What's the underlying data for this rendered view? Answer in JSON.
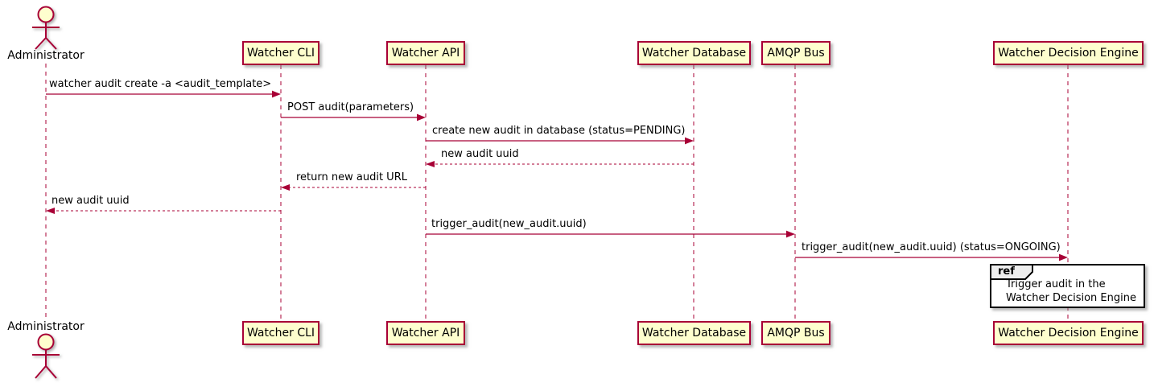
{
  "diagram_type": "sequence",
  "colors": {
    "participant_fill": "#FEFECE",
    "participant_border": "#A80036",
    "lifeline": "#A80036",
    "arrow": "#A80036",
    "text": "#000000",
    "ref_border": "#000000",
    "ref_fill": "#FFFFFF",
    "ref_tab_fill": "#EEEEEE"
  },
  "actor": {
    "name": "Administrator"
  },
  "participants": [
    {
      "name": "Watcher CLI"
    },
    {
      "name": "Watcher API"
    },
    {
      "name": "Watcher Database"
    },
    {
      "name": "AMQP Bus"
    },
    {
      "name": "Watcher Decision Engine"
    }
  ],
  "messages": [
    {
      "from": "Administrator",
      "to": "Watcher CLI",
      "type": "solid",
      "label": "watcher audit create -a <audit_template>"
    },
    {
      "from": "Watcher CLI",
      "to": "Watcher API",
      "type": "solid",
      "label": "POST audit(parameters)"
    },
    {
      "from": "Watcher API",
      "to": "Watcher Database",
      "type": "solid",
      "label": "create new audit in database (status=PENDING)"
    },
    {
      "from": "Watcher Database",
      "to": "Watcher API",
      "type": "return-dashed",
      "label": "new audit uuid"
    },
    {
      "from": "Watcher API",
      "to": "Watcher CLI",
      "type": "return-dashed",
      "label": "return new audit URL"
    },
    {
      "from": "Watcher CLI",
      "to": "Administrator",
      "type": "return-dashed",
      "label": "new audit uuid"
    },
    {
      "from": "Watcher API",
      "to": "AMQP Bus",
      "type": "solid",
      "label": "trigger_audit(new_audit.uuid)"
    },
    {
      "from": "AMQP Bus",
      "to": "Watcher Decision Engine",
      "type": "solid",
      "label": "trigger_audit(new_audit.uuid) (status=ONGOING)"
    }
  ],
  "ref": {
    "keyword": "ref",
    "over": "Watcher Decision Engine",
    "text_lines": [
      "Trigger audit in the",
      "Watcher Decision Engine"
    ]
  }
}
